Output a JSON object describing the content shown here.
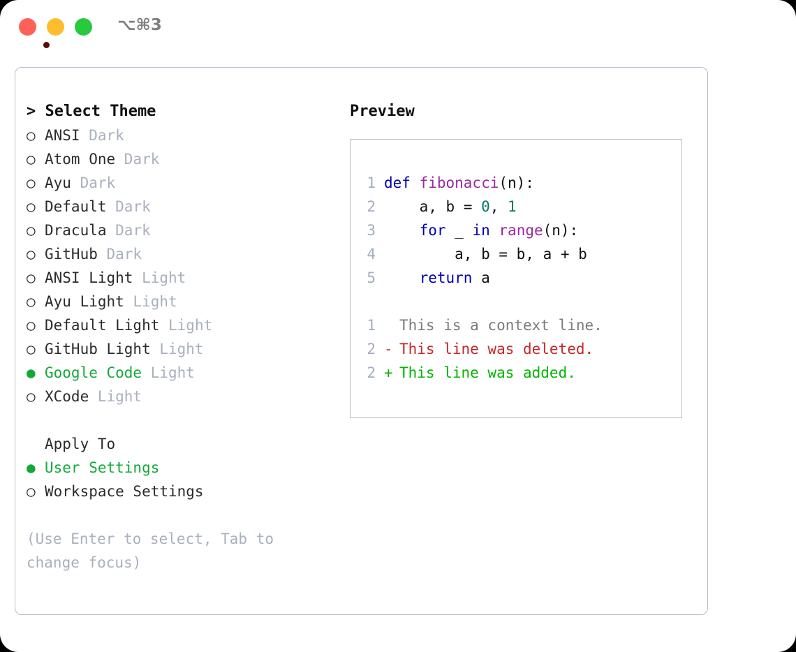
{
  "window": {
    "title_shortcut": "⌥⌘3",
    "traffic_lights": {
      "close": "close-button",
      "minimize": "minimize-button",
      "maximize": "maximize-button"
    },
    "colors": {
      "close": "#ff6058",
      "minimize": "#ffbd2e",
      "maximize": "#28c93f",
      "accent_green": "#13a93a",
      "muted": "#a9b0be",
      "border": "#b5bdcd"
    }
  },
  "theme_picker": {
    "heading": "> Select Theme",
    "marker_selected": "●",
    "marker_unselected": "○",
    "items": [
      {
        "name": "ANSI",
        "tag": "Dark",
        "selected": false
      },
      {
        "name": "Atom One",
        "tag": "Dark",
        "selected": false
      },
      {
        "name": "Ayu",
        "tag": "Dark",
        "selected": false
      },
      {
        "name": "Default",
        "tag": "Dark",
        "selected": false
      },
      {
        "name": "Dracula",
        "tag": "Dark",
        "selected": false
      },
      {
        "name": "GitHub",
        "tag": "Dark",
        "selected": false
      },
      {
        "name": "ANSI Light",
        "tag": "Light",
        "selected": false
      },
      {
        "name": "Ayu Light",
        "tag": "Light",
        "selected": false
      },
      {
        "name": "Default Light",
        "tag": "Light",
        "selected": false
      },
      {
        "name": "GitHub Light",
        "tag": "Light",
        "selected": false
      },
      {
        "name": "Google Code",
        "tag": "Light",
        "selected": true
      },
      {
        "name": "XCode",
        "tag": "Light",
        "selected": false
      }
    ]
  },
  "apply_to": {
    "heading": "Apply To",
    "items": [
      {
        "name": "User Settings",
        "selected": true
      },
      {
        "name": "Workspace Settings",
        "selected": false
      }
    ]
  },
  "hint": "(Use Enter to select, Tab to change focus)",
  "preview": {
    "heading": "Preview",
    "code_lines": [
      {
        "lno": "1",
        "tokens": [
          {
            "t": "def ",
            "c": "kw"
          },
          {
            "t": "fibonacci",
            "c": "fn"
          },
          {
            "t": "(n):",
            "c": "plain"
          }
        ]
      },
      {
        "lno": "2",
        "tokens": [
          {
            "t": "    a, b = ",
            "c": "plain"
          },
          {
            "t": "0",
            "c": "num"
          },
          {
            "t": ", ",
            "c": "plain"
          },
          {
            "t": "1",
            "c": "num"
          }
        ]
      },
      {
        "lno": "3",
        "tokens": [
          {
            "t": "    ",
            "c": "plain"
          },
          {
            "t": "for",
            "c": "kw"
          },
          {
            "t": " _ ",
            "c": "plain"
          },
          {
            "t": "in",
            "c": "kw"
          },
          {
            "t": " ",
            "c": "plain"
          },
          {
            "t": "range",
            "c": "fn"
          },
          {
            "t": "(n):",
            "c": "plain"
          }
        ]
      },
      {
        "lno": "4",
        "tokens": [
          {
            "t": "        a, b = b, a + b",
            "c": "plain"
          }
        ]
      },
      {
        "lno": "5",
        "tokens": [
          {
            "t": "    ",
            "c": "plain"
          },
          {
            "t": "return",
            "c": "kw"
          },
          {
            "t": " a",
            "c": "plain"
          }
        ]
      }
    ],
    "diff_lines": [
      {
        "lno": "1",
        "sign": " ",
        "text": "This is a context line.",
        "kind": "ctx"
      },
      {
        "lno": "2",
        "sign": "-",
        "text": "This line was deleted.",
        "kind": "del"
      },
      {
        "lno": "2",
        "sign": "+",
        "text": "This line was added.",
        "kind": "add"
      }
    ],
    "syntax_colors": {
      "keyword": "#0000b0",
      "function": "#9c27a0",
      "number": "#00796b",
      "plain": "#111111",
      "line_number": "#a4adbe",
      "diff_context": "#7a7a7a",
      "diff_deleted": "#c62828",
      "diff_added": "#00b500"
    }
  }
}
